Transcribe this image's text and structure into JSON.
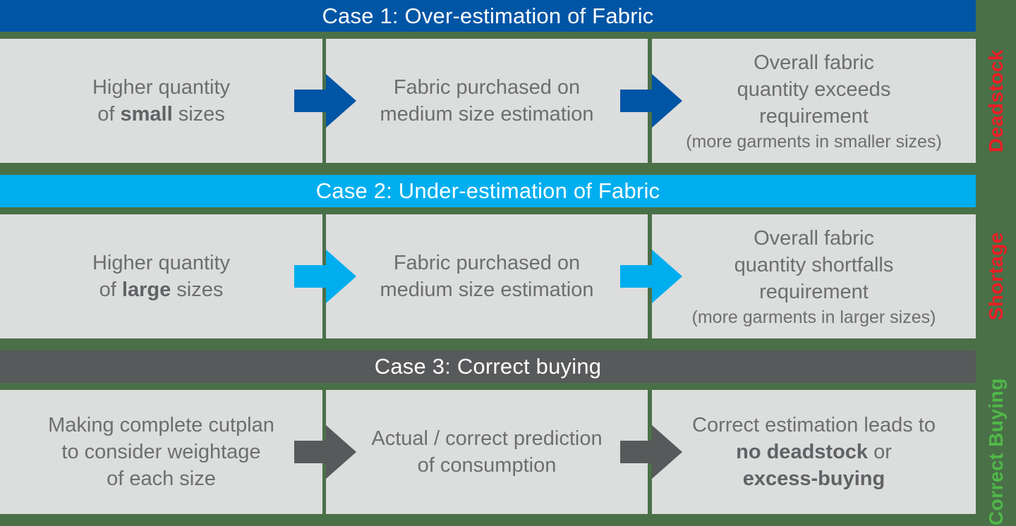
{
  "colors": {
    "background_green": "#4A7048",
    "case1_accent_blue": "#0055A5",
    "case2_accent_lightblue": "#00AEEF",
    "case3_accent_gray": "#58595B",
    "box_background": "#DCDDDD",
    "box_text": "#6D6E70",
    "header_text": "#FFFFFF",
    "deadstock_shortage_red": "#ED1C24",
    "correct_buying_green": "#50B848"
  },
  "cases": [
    {
      "header": "Case 1: Over-estimation of Fabric",
      "side_label": "Deadstock",
      "boxes": {
        "box1": {
          "line1": "Higher quantity",
          "line2_pre": "of ",
          "line2_bold": "small",
          "line2_post": " sizes"
        },
        "box2": {
          "line1": "Fabric purchased on",
          "line2": "medium size estimation"
        },
        "box3": {
          "line1": "Overall fabric",
          "line2": "quantity exceeds",
          "line3": "requirement",
          "note": "(more garments in smaller sizes)"
        }
      }
    },
    {
      "header": "Case 2: Under-estimation of Fabric",
      "side_label": "Shortage",
      "boxes": {
        "box1": {
          "line1": "Higher quantity",
          "line2_pre": "of ",
          "line2_bold": "large",
          "line2_post": " sizes"
        },
        "box2": {
          "line1": "Fabric purchased on",
          "line2": "medium size estimation"
        },
        "box3": {
          "line1": "Overall fabric",
          "line2": "quantity shortfalls",
          "line3": "requirement",
          "note": "(more garments in larger sizes)"
        }
      }
    },
    {
      "header": "Case 3: Correct buying",
      "side_label": "Correct Buying",
      "boxes": {
        "box1": {
          "line1": "Making complete cutplan",
          "line2": "to consider weightage",
          "line3": "of each size"
        },
        "box2": {
          "line1": "Actual / correct prediction",
          "line2": "of consumption"
        },
        "box3": {
          "line1": "Correct estimation leads to",
          "line2_bold": "no deadstock",
          "line2_post": " or",
          "line3_bold": "excess-buying"
        }
      }
    }
  ]
}
